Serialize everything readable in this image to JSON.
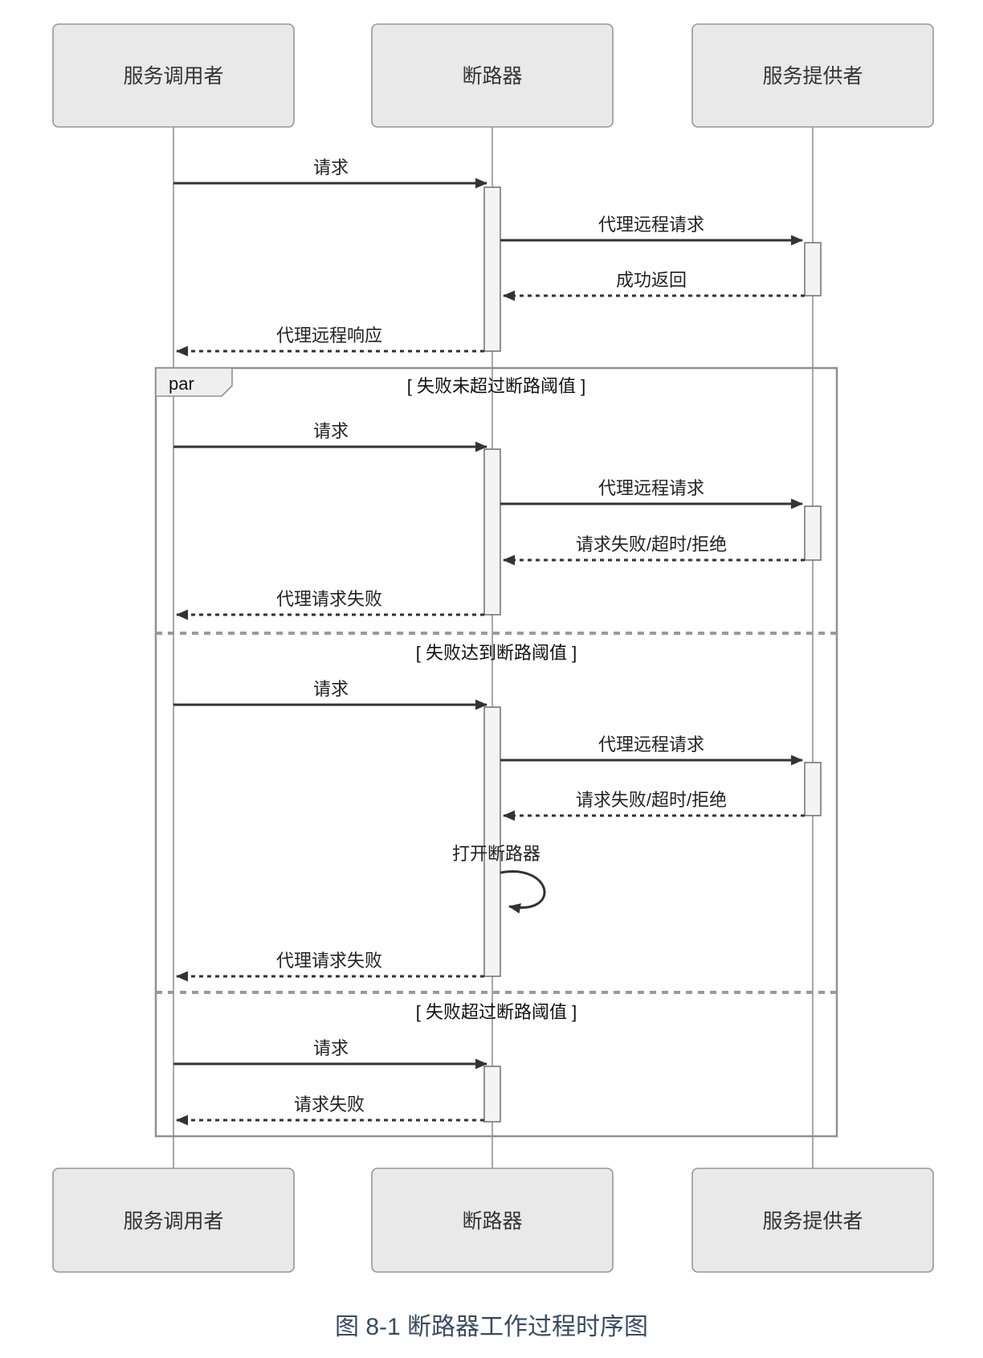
{
  "diagram": {
    "type": "sequence-diagram",
    "actors": [
      {
        "name": "服务调用者"
      },
      {
        "name": "断路器"
      },
      {
        "name": "服务提供者"
      }
    ],
    "messages": [
      {
        "label": "请求",
        "from": "服务调用者",
        "to": "断路器",
        "style": "solid"
      },
      {
        "label": "代理远程请求",
        "from": "断路器",
        "to": "服务提供者",
        "style": "solid"
      },
      {
        "label": "成功返回",
        "from": "服务提供者",
        "to": "断路器",
        "style": "dashed"
      },
      {
        "label": "代理远程响应",
        "from": "断路器",
        "to": "服务调用者",
        "style": "dashed"
      },
      {
        "label": "请求",
        "from": "服务调用者",
        "to": "断路器",
        "style": "solid"
      },
      {
        "label": "代理远程请求",
        "from": "断路器",
        "to": "服务提供者",
        "style": "solid"
      },
      {
        "label": "请求失败/超时/拒绝",
        "from": "服务提供者",
        "to": "断路器",
        "style": "dashed"
      },
      {
        "label": "代理请求失败",
        "from": "断路器",
        "to": "服务调用者",
        "style": "dashed"
      },
      {
        "label": "请求",
        "from": "服务调用者",
        "to": "断路器",
        "style": "solid"
      },
      {
        "label": "代理远程请求",
        "from": "断路器",
        "to": "服务提供者",
        "style": "solid"
      },
      {
        "label": "请求失败/超时/拒绝",
        "from": "服务提供者",
        "to": "断路器",
        "style": "dashed"
      },
      {
        "label": "打开断路器",
        "from": "断路器",
        "to": "断路器",
        "style": "self-loop"
      },
      {
        "label": "代理请求失败",
        "from": "断路器",
        "to": "服务调用者",
        "style": "dashed"
      },
      {
        "label": "请求",
        "from": "服务调用者",
        "to": "断路器",
        "style": "solid"
      },
      {
        "label": "请求失败",
        "from": "断路器",
        "to": "服务调用者",
        "style": "dashed"
      }
    ],
    "fragment": {
      "operator": "par",
      "sections": [
        {
          "guard": "[ 失败未超过断路阈值 ]"
        },
        {
          "guard": "[ 失败达到断路阈值 ]"
        },
        {
          "guard": "[ 失败超过断路阈值 ]"
        }
      ]
    },
    "caption": "图 8-1 断路器工作过程时序图",
    "colors": {
      "actor_box_fill": "#e9e9e9",
      "actor_box_border": "#979797",
      "arrow": "#333333",
      "frame_border": "#909090",
      "divider": "#9a9a9a",
      "caption": "#3a4b61"
    }
  }
}
